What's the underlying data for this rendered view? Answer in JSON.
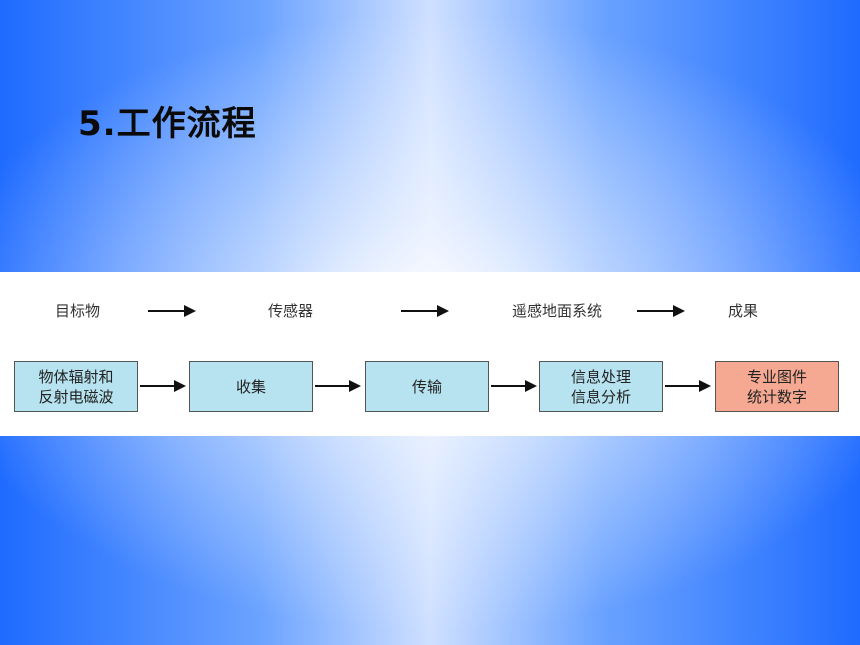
{
  "slide": {
    "title": "5.工作流程"
  },
  "stages": {
    "target": "目标物",
    "sensor": "传感器",
    "ground_system": "遥感地面系统",
    "result": "成果"
  },
  "boxes": {
    "radiation": {
      "line1": "物体辐射和",
      "line2": "反射电磁波"
    },
    "collect": {
      "label": "收集"
    },
    "transmit": {
      "label": "传输"
    },
    "processing": {
      "line1": "信息处理",
      "line2": "信息分析"
    },
    "output": {
      "line1": "专业图件",
      "line2": "统计数字"
    }
  },
  "colors": {
    "box_fill": "#b6e3ef",
    "result_fill": "#f5a892",
    "background_blue": "#1f6bff"
  }
}
